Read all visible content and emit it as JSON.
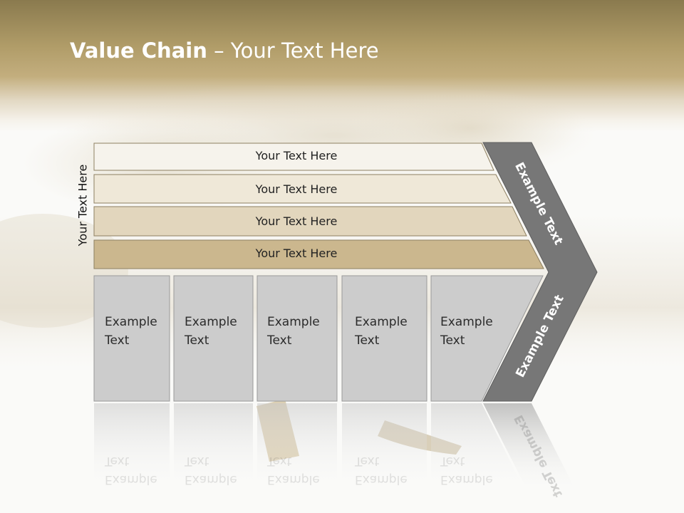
{
  "slide": {
    "title_bold": "Value Chain",
    "title_rest": " – Your Text Here"
  },
  "diagram": {
    "side_label": "Your Text Here",
    "support_bars": [
      {
        "label": "Your Text Here"
      },
      {
        "label": "Your Text Here"
      },
      {
        "label": "Your Text Here"
      },
      {
        "label": "Your Text Here"
      }
    ],
    "activities": [
      {
        "line1": "Example",
        "line2": "Text"
      },
      {
        "line1": "Example",
        "line2": "Text"
      },
      {
        "line1": "Example",
        "line2": "Text"
      },
      {
        "line1": "Example",
        "line2": "Text"
      },
      {
        "line1": "Example",
        "line2": "Text"
      }
    ],
    "arrow_top_label": "Example Text",
    "arrow_bottom_label": "Example Text"
  },
  "colors": {
    "header_dark": "#8a7a4e",
    "header_light": "#c3ae7e",
    "bar_1": "#f6f3ec",
    "bar_2": "#efe8d8",
    "bar_3": "#e2d6bd",
    "bar_4": "#cbb78e",
    "activity_box": "#cccccc",
    "arrow": "#777777"
  }
}
